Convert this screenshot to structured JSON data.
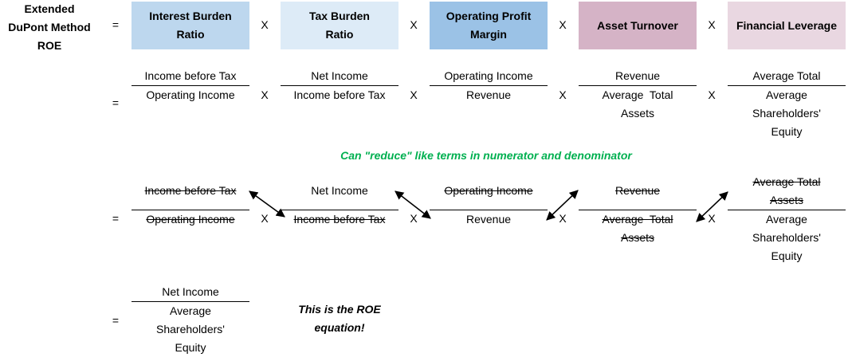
{
  "title": [
    "Extended",
    "DuPont Method",
    "ROE"
  ],
  "symbols": {
    "equals": "=",
    "times": "X"
  },
  "headers": [
    {
      "line1": "Interest Burden",
      "line2": "Ratio",
      "color": "#BDD7EE"
    },
    {
      "line1": "Tax Burden",
      "line2": "Ratio",
      "color": "#DDEBF7"
    },
    {
      "line1": "Operating Profit",
      "line2": "Margin",
      "color": "#9BC2E6"
    },
    {
      "line1": "Asset Turnover",
      "line2": "",
      "color": "#D5B3C6"
    },
    {
      "line1": "Financial Leverage",
      "line2": "",
      "color": "#E9D7E1"
    }
  ],
  "row1": [
    {
      "num": [
        "Income before Tax"
      ],
      "den": [
        "Operating Income"
      ]
    },
    {
      "num": [
        "Net Income"
      ],
      "den": [
        "Income before Tax"
      ]
    },
    {
      "num": [
        "Operating Income"
      ],
      "den": [
        "Revenue"
      ]
    },
    {
      "num": [
        "Revenue"
      ],
      "den": [
        "Average  Total",
        "Assets"
      ]
    },
    {
      "num": [
        "Average Total"
      ],
      "den": [
        "Average",
        "Shareholders'",
        "Equity"
      ]
    }
  ],
  "reduce_note": "Can \"reduce\" like terms in numerator and denominator",
  "note_color": "#00B050",
  "row2": [
    {
      "num": [
        "Income before Tax"
      ],
      "num_strike": true,
      "den": [
        "Operating Income"
      ],
      "den_strike": true
    },
    {
      "num": [
        "Net Income"
      ],
      "num_strike": false,
      "den": [
        "Income before Tax"
      ],
      "den_strike": true
    },
    {
      "num": [
        "Operating Income"
      ],
      "num_strike": true,
      "den": [
        "Revenue"
      ],
      "den_strike": false
    },
    {
      "num": [
        "Revenue"
      ],
      "num_strike": true,
      "den": [
        "Average  Total",
        "Assets"
      ],
      "den_strike": true
    },
    {
      "num": [
        "Average Total",
        "Assets"
      ],
      "num_strike": true,
      "den": [
        "Average",
        "Shareholders'",
        "Equity"
      ],
      "den_strike": false
    }
  ],
  "result": {
    "num": [
      "Net Income"
    ],
    "den": [
      "Average",
      "Shareholders'",
      "Equity"
    ]
  },
  "result_note": [
    "This is the ROE",
    "equation!"
  ]
}
